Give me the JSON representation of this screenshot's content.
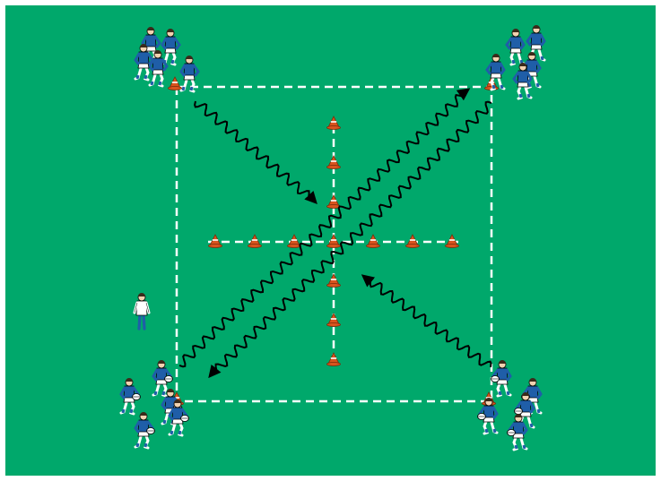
{
  "drill": {
    "field_color": "#00A86B",
    "line_color": "#ffffff",
    "arrow_color": "#000000",
    "cone_color": "#d9541e",
    "player_shirt": "#1f5ea8",
    "coach_shirt": "#ffffff",
    "cone_count_horizontal": 7,
    "cone_count_vertical": 7,
    "corner_cone_count": 4,
    "player_groups": [
      {
        "corner": "top-left",
        "players": 5,
        "facing": "down-right"
      },
      {
        "corner": "top-right",
        "players": 5,
        "facing": "down-left"
      },
      {
        "corner": "bottom-left",
        "players": 5,
        "facing": "up-right"
      },
      {
        "corner": "bottom-right",
        "players": 5,
        "facing": "up-left"
      }
    ],
    "runs": [
      {
        "from": "top-left",
        "to": "center",
        "style": "wavy"
      },
      {
        "from": "bottom-right",
        "to": "center",
        "style": "wavy"
      },
      {
        "from": "bottom-left",
        "to": "top-right",
        "style": "wavy"
      },
      {
        "from": "top-right",
        "to": "bottom-left",
        "style": "wavy"
      }
    ],
    "coach": {
      "position": "left-middle",
      "shirt": "white"
    }
  }
}
